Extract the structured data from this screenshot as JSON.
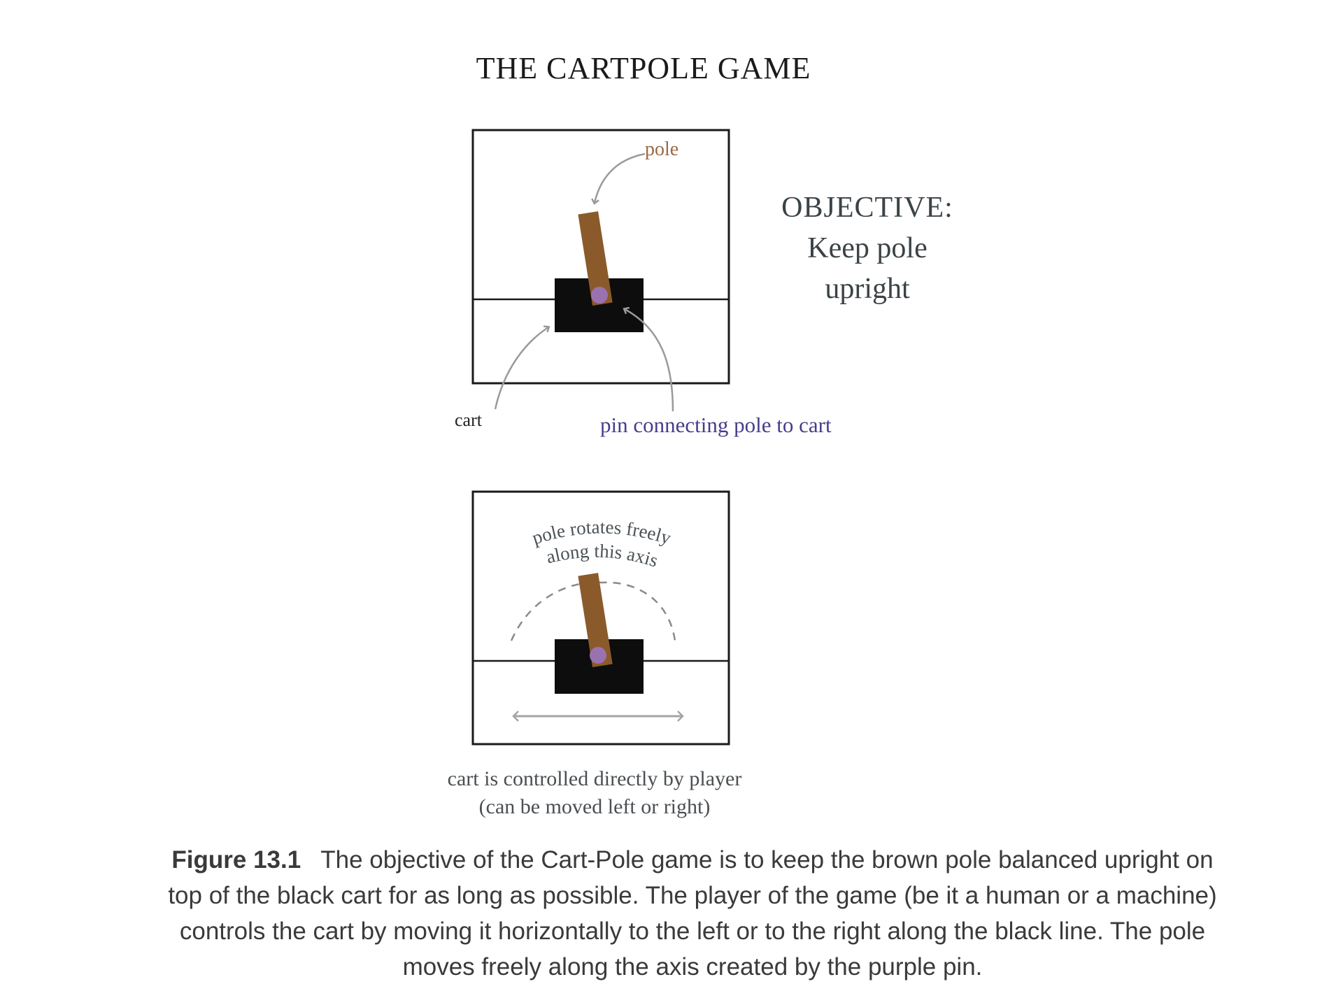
{
  "title": "THE CARTPOLE GAME",
  "objective": {
    "heading": "OBJECTIVE:",
    "line1": "Keep pole",
    "line2": "upright"
  },
  "panel_top": {
    "labels": {
      "pole": "pole",
      "cart": "cart",
      "pin": "pin connecting pole to cart"
    }
  },
  "panel_bottom": {
    "rotation_label_line1": "pole rotates freely",
    "rotation_label_line2": "along this axis",
    "caption_line1": "cart is controlled directly by player",
    "caption_line2": "(can be moved left or right)"
  },
  "colors": {
    "pole": "#8b5a2b",
    "cart": "#0d0d0d",
    "pin": "#9b72b0",
    "pole_label": "#9a6a44",
    "pin_label": "#463d8c",
    "annotation_arrows": "#9a9a9a"
  },
  "figure_caption": {
    "number": "Figure 13.1",
    "text": "The objective of the Cart-Pole game is to keep the brown pole balanced upright on top of the black cart for as long as possible. The player of the game (be it a human or a machine) controls the cart by moving it horizontally to the left or to the right along the black line. The pole moves freely along the axis created by the purple pin."
  }
}
